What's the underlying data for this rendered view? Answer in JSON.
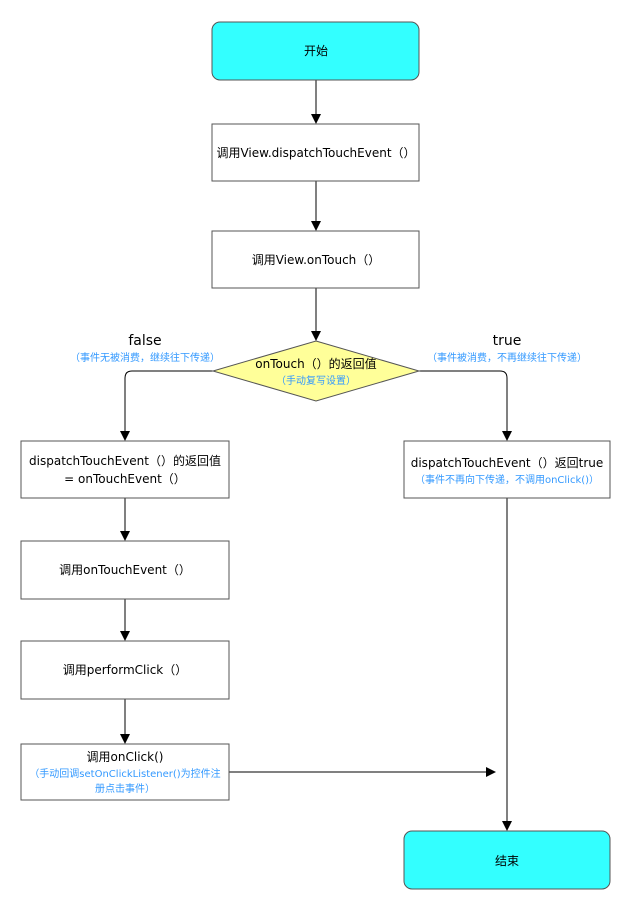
{
  "colors": {
    "terminal_fill": "#33ffff",
    "terminal_stroke": "#555555",
    "process_fill": "#ffffff",
    "process_stroke": "#555555",
    "decision_fill": "#ffff99",
    "decision_stroke": "#555555",
    "note_text": "#3399ff",
    "edge": "#000000"
  },
  "nodes": {
    "start": {
      "label": "开始"
    },
    "call_dispatch": {
      "label": "调用View.dispatchTouchEvent（）"
    },
    "call_ontouch": {
      "label": "调用View.onTouch（）"
    },
    "decision": {
      "label": "onTouch（）的返回值",
      "note": "（手动复写设置）"
    },
    "dispatch_return_false": {
      "line1": "dispatchTouchEvent（）的返回值",
      "line2": "= onTouchEvent（）"
    },
    "call_ontouchevent": {
      "label": "调用onTouchEvent（）"
    },
    "call_performclick": {
      "label": "调用performClick（）"
    },
    "call_onclick": {
      "label": "调用onClick()",
      "note_line1": "（手动回调setOnClickListener()为控件注",
      "note_line2": "册点击事件）"
    },
    "dispatch_return_true": {
      "label": "dispatchTouchEvent（）返回true",
      "note": "（事件不再向下传递，不调用onClick()）"
    },
    "end": {
      "label": "结束"
    }
  },
  "branches": {
    "false_label": "false",
    "false_note": "（事件无被消费，继续往下传递）",
    "true_label": "true",
    "true_note": "（事件被消费，不再继续往下传递）"
  }
}
